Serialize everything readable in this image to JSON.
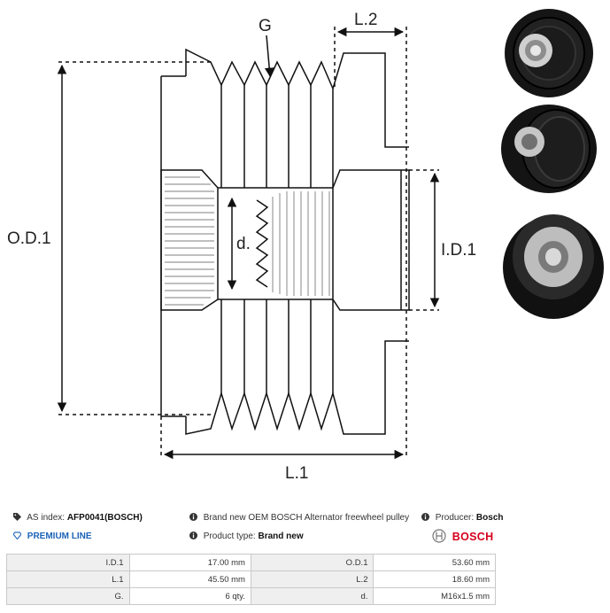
{
  "drawing": {
    "labels": {
      "g": "G",
      "l2": "L.2",
      "od1": "O.D.1",
      "d": "d.",
      "id1": "I.D.1",
      "l1": "L.1"
    }
  },
  "info": {
    "as_index_label": "AS index:",
    "as_index_value": "AFP0041(BOSCH)",
    "premium_line": "PREMIUM LINE",
    "description": "Brand new OEM BOSCH Alternator freewheel pulley",
    "product_type_label": "Product type:",
    "product_type_value": "Brand new",
    "producer_label": "Producer:",
    "producer_value": "Bosch",
    "brand_logo_text": "BOSCH"
  },
  "specs": {
    "rows": [
      [
        {
          "k": "I.D.1",
          "v": "17.00 mm"
        },
        {
          "k": "O.D.1",
          "v": "53.60 mm"
        }
      ],
      [
        {
          "k": "L.1",
          "v": "45.50 mm"
        },
        {
          "k": "L.2",
          "v": "18.60 mm"
        }
      ],
      [
        {
          "k": "G.",
          "v": "6 qty."
        },
        {
          "k": "d.",
          "v": "M16x1.5 mm"
        }
      ]
    ]
  },
  "colors": {
    "accent_blue": "#1c63b8",
    "brand_red": "#d5001c"
  },
  "icons": [
    "tag-icon",
    "info-icon",
    "diamond-icon",
    "bosch-logo-icon"
  ]
}
